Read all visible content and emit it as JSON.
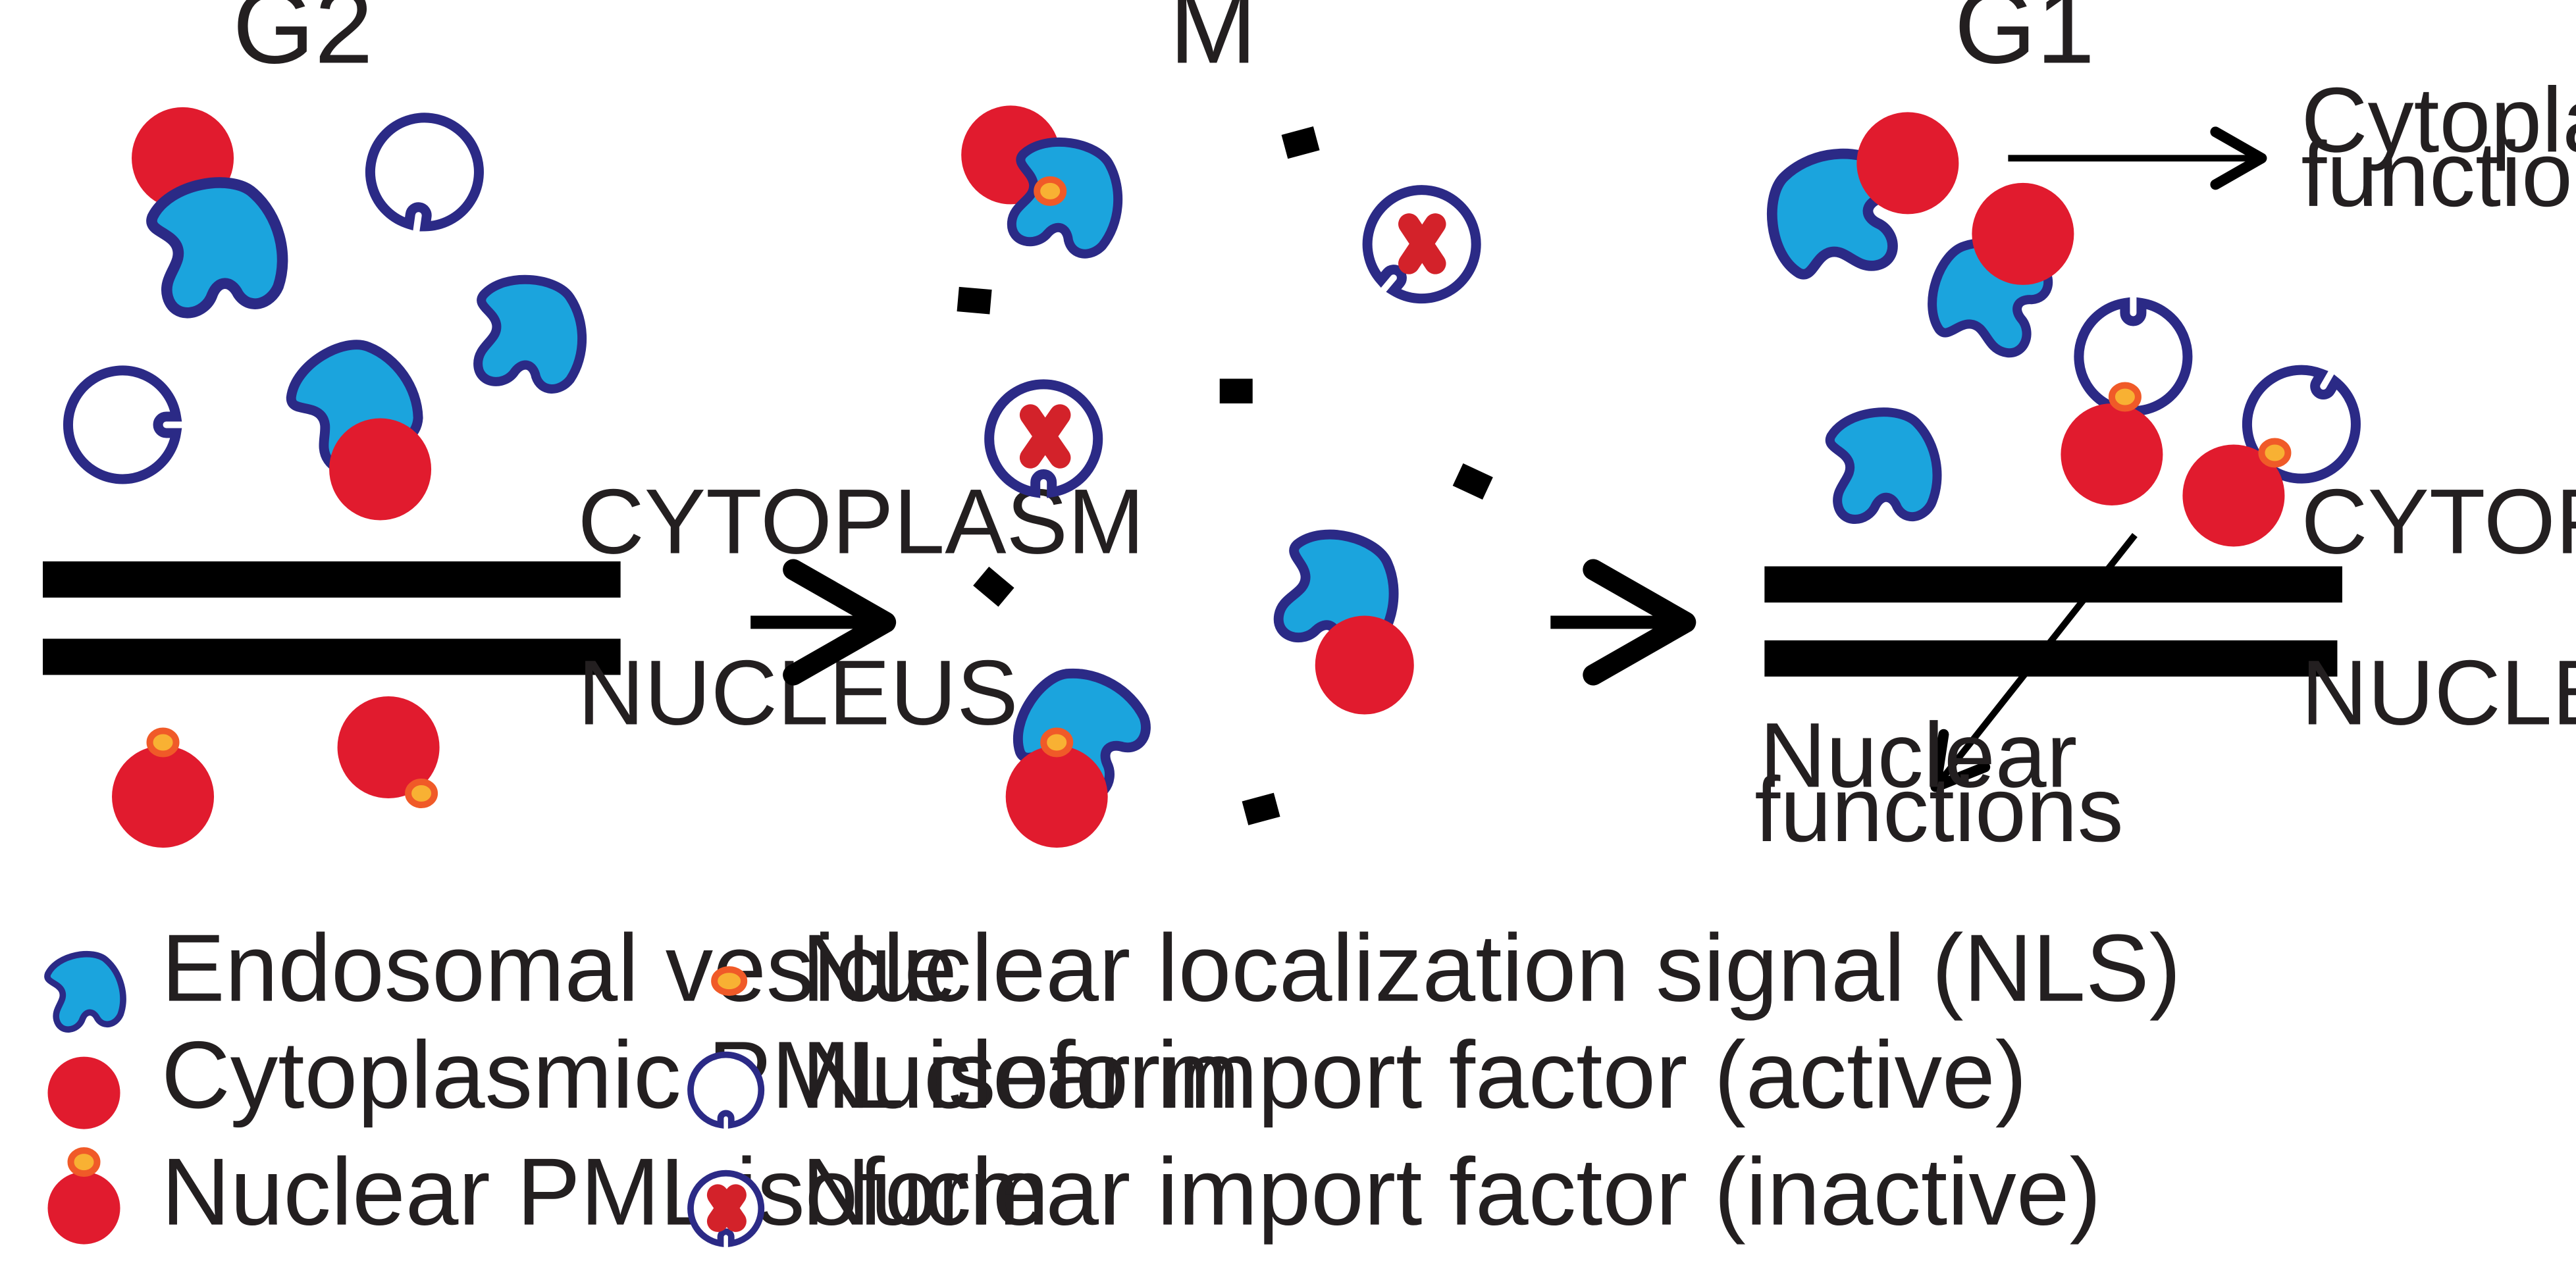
{
  "phases": {
    "g2": "G2",
    "m": "M",
    "g1": "G1"
  },
  "compartments": {
    "cytoplasm": "CYTOPLASM",
    "nucleus": "NUCLEUS"
  },
  "outcomes": {
    "cytoplasmic_line1": "Cytoplasmic",
    "cytoplasmic_line2": "functions",
    "nuclear_line1": "Nuclear",
    "nuclear_line2": "functions"
  },
  "legend": {
    "endosomal_vesicle": "Endosomal vesicle",
    "cytoplasmic_pml": "Cytoplasmic PML isoform",
    "nuclear_pml": "Nuclear PML isoform",
    "nls": "Nuclear localization signal (NLS)",
    "import_active": "Nuclear import factor (active)",
    "import_inactive": "Nuclear import factor (inactive)"
  },
  "colors": {
    "vesicle_fill": "#1ba4dd",
    "vesicle_outline": "#2b2a86",
    "pml": "#e11b2e",
    "nls_fill": "#f8b133",
    "nls_outline": "#f05a28",
    "import_factor_outline": "#2b2a86",
    "inactive_mark": "#d3222a",
    "membrane": "#000000"
  }
}
